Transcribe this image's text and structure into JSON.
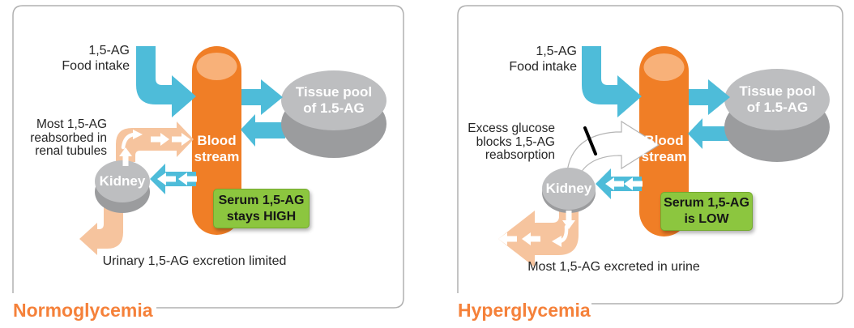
{
  "colors": {
    "blue": "#4ebcd9",
    "orange": "#f07e26",
    "olight": "#f8b179",
    "peach": "#f6c49e",
    "glight": "#bdbec0",
    "gdark": "#9b9c9e",
    "green": "#8cc63f",
    "green_border": "#74aa2e",
    "title_orange": "#f5813a",
    "border": "#b0b0b0",
    "text": "#262626"
  },
  "panels": [
    {
      "title": "Normoglycemia",
      "food_intake_label": "1,5-AG\nFood intake",
      "side_note": "Most 1,5-AG\nreabsorbed in\nrenal tubules",
      "bloodstream_label": "Blood\nstream",
      "tissue_pool_label": "Tissue pool\nof 1.5-AG",
      "kidney_label": "Kidney",
      "serum_badge": "Serum 1,5-AG\nstays HIGH",
      "bottom_note": "Urinary 1,5-AG excretion limited"
    },
    {
      "title": "Hyperglycemia",
      "food_intake_label": "1,5-AG\nFood intake",
      "side_note": "Excess glucose\nblocks 1,5-AG\nreabsorption",
      "bloodstream_label": "Blood\nstream",
      "tissue_pool_label": "Tissue pool\nof 1.5-AG",
      "kidney_label": "Kidney",
      "serum_badge": "Serum 1,5-AG\nis LOW",
      "bottom_note": "Most 1,5-AG excreted in urine"
    }
  ]
}
